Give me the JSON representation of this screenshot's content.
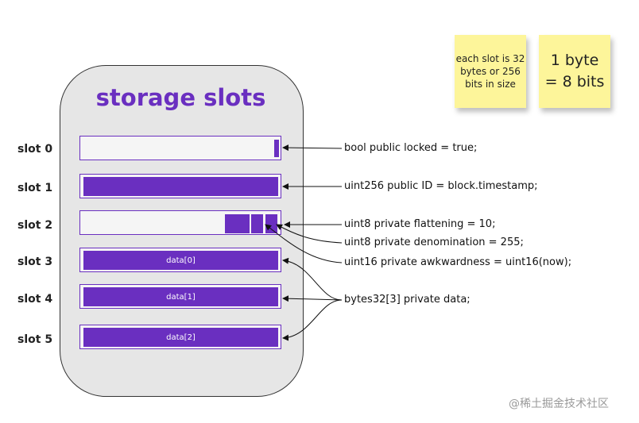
{
  "title": "storage slots",
  "slots": [
    {
      "label": "slot 0"
    },
    {
      "label": "slot 1"
    },
    {
      "label": "slot 2"
    },
    {
      "label": "slot 3",
      "inner_label": "data[0]"
    },
    {
      "label": "slot 4",
      "inner_label": "data[1]"
    },
    {
      "label": "slot 5",
      "inner_label": "data[2]"
    }
  ],
  "declarations": [
    "bool public locked = true;",
    "uint256 public ID = block.timestamp;",
    "uint8 private flattening = 10;",
    "uint8 private denomination = 255;",
    "uint16 private awkwardness = uint16(now);",
    "bytes32[3] private data;"
  ],
  "notes": {
    "slot_size": "each slot is 32 bytes or 256 bits in size",
    "byte_size_line1": "1 byte",
    "byte_size_line2": "= 8 bits"
  },
  "watermark": "@稀土掘金技术社区",
  "colors": {
    "accent": "#6a2fc0",
    "container_bg": "#e6e6e6",
    "slot_bg": "#f5f5f5",
    "sticky_note": "#fdf59a"
  }
}
